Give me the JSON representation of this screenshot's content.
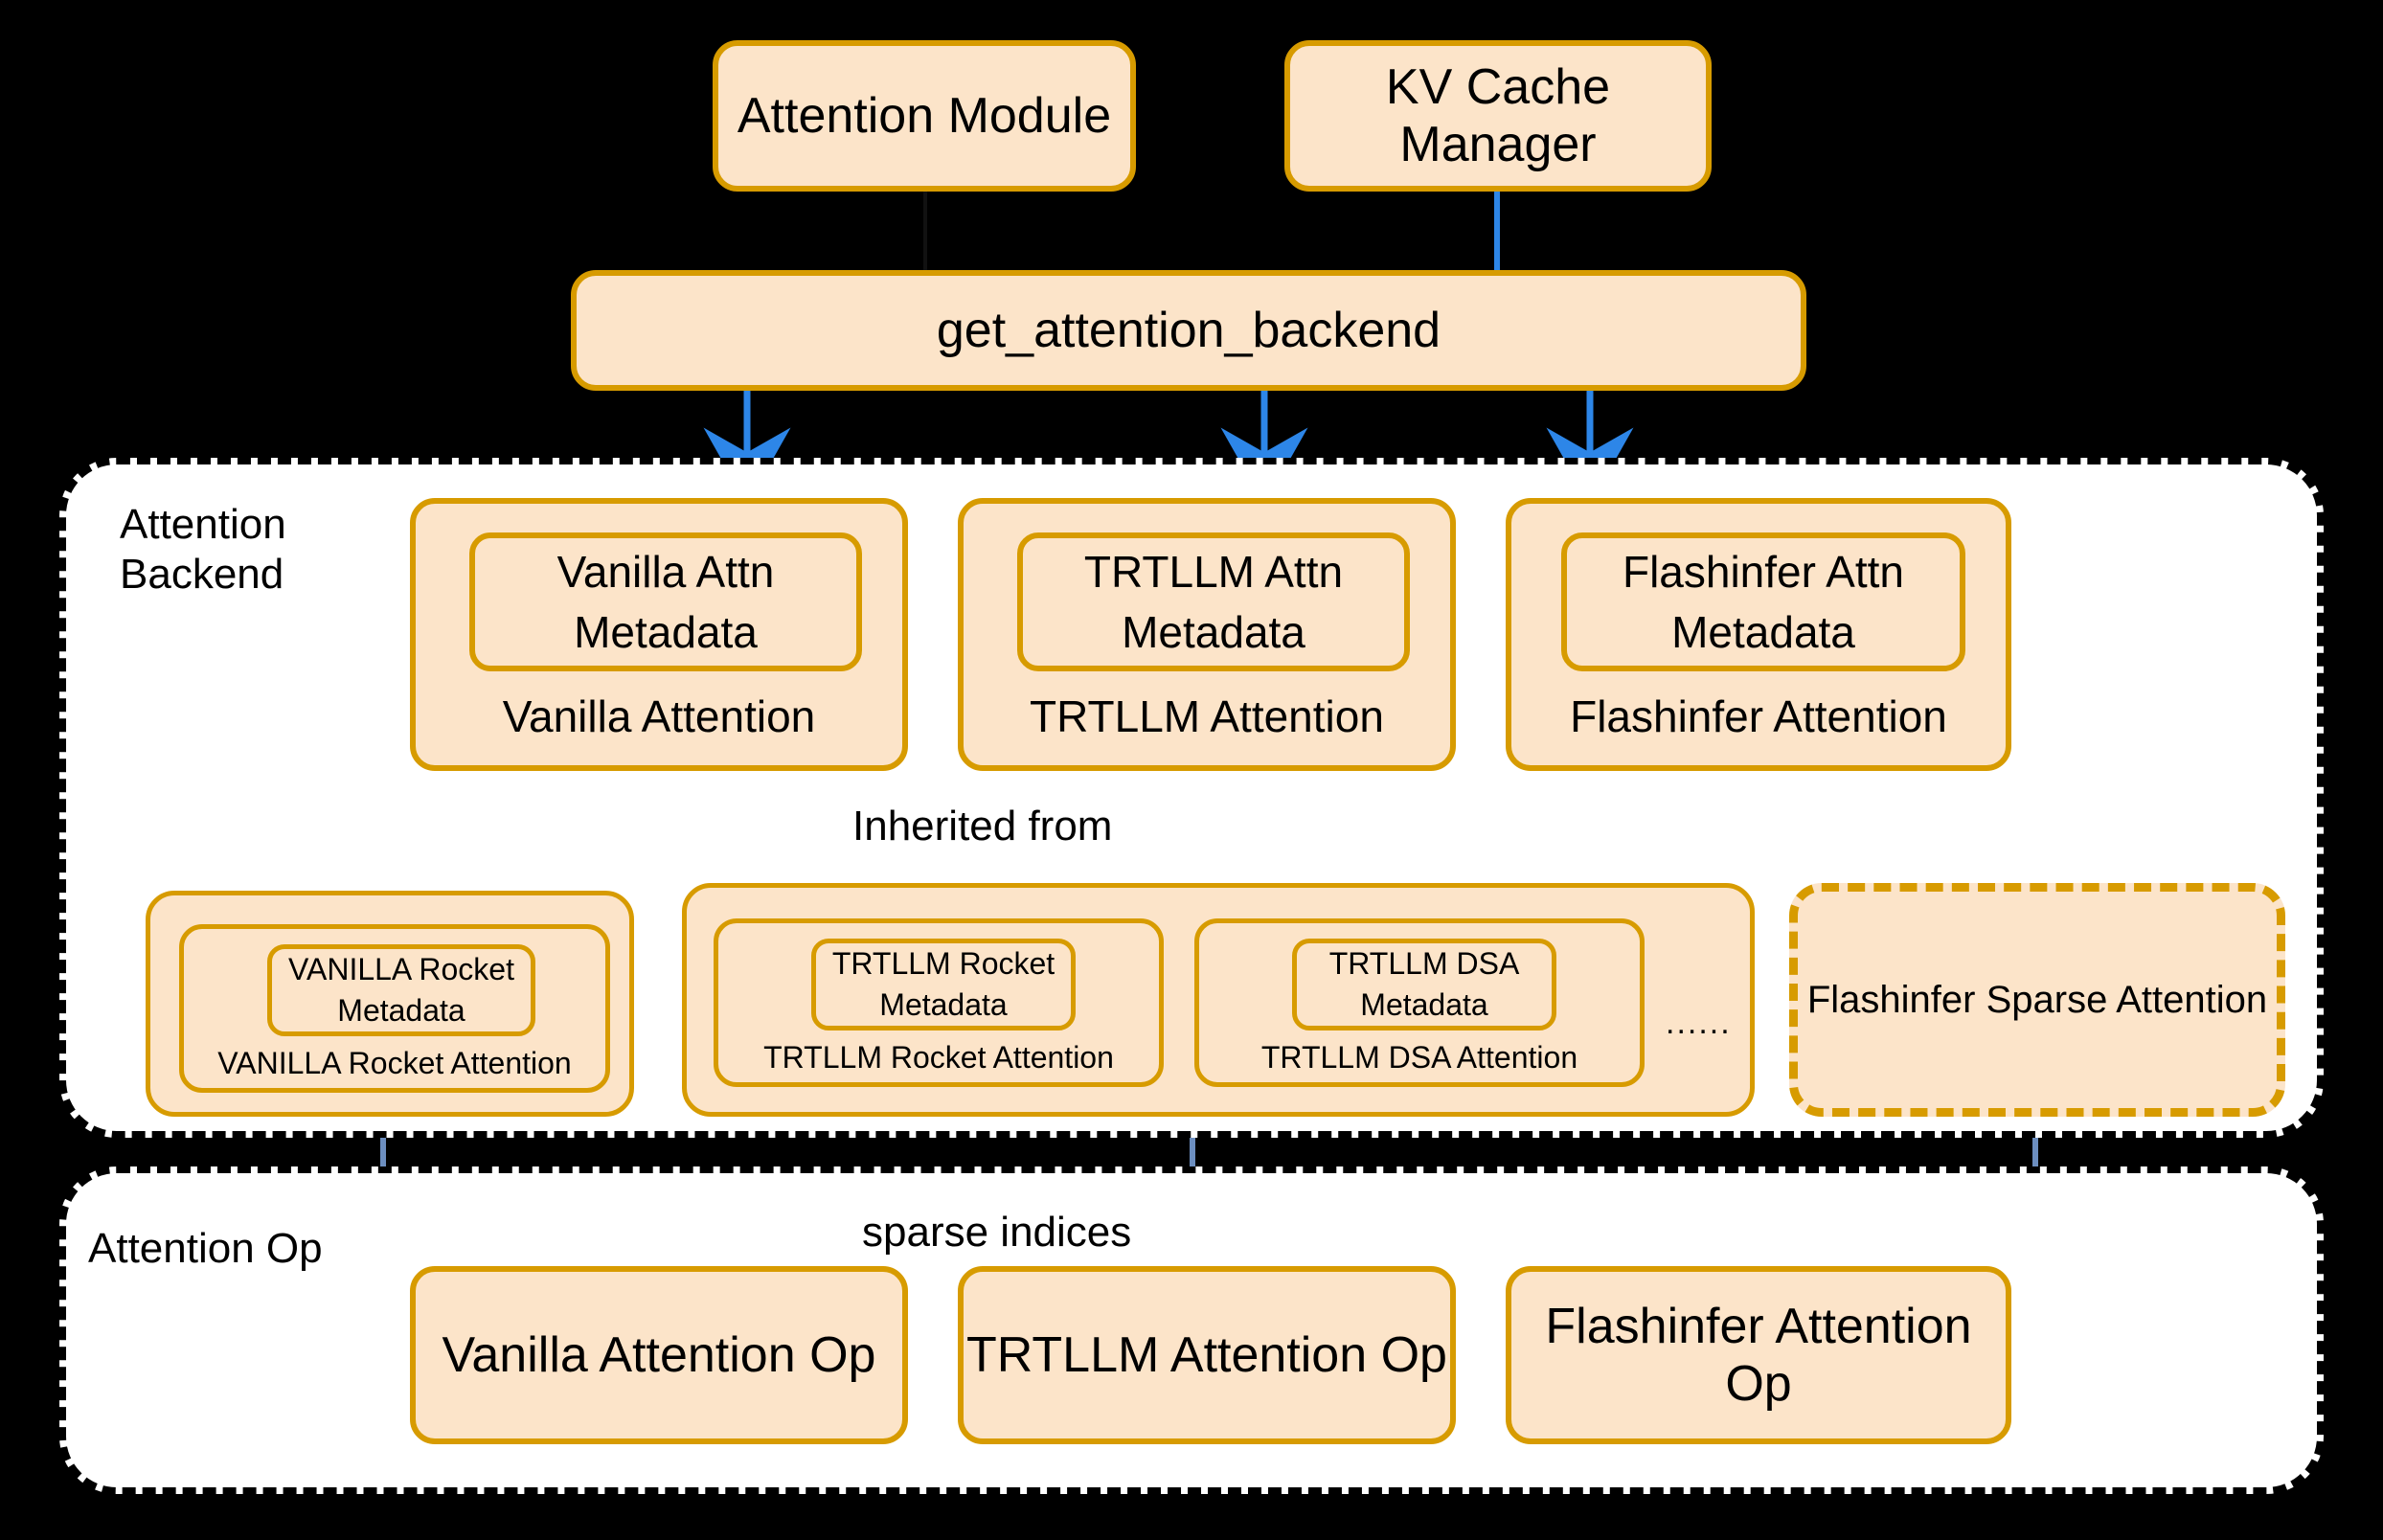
{
  "colors": {
    "background": "#000000",
    "panel": "#ffffff",
    "panel_border": "#000000",
    "box_fill": "#fce4c9",
    "box_border": "#d79b00",
    "arrow_blue_bright": "#2d86e8",
    "arrow_blue_muted": "#6c8ebf",
    "arrow_red": "#fa6e64"
  },
  "top": {
    "attention_module": "Attention Module",
    "kv_cache_manager": "KV Cache Manager",
    "dispatcher": "get_attention_backend"
  },
  "backend_section": {
    "label": "Attention\nBackend",
    "backends": [
      {
        "metadata": "Vanilla Attn\nMetadata",
        "caption": "Vanilla Attention"
      },
      {
        "metadata": "TRTLLM Attn\nMetadata",
        "caption": "TRTLLM Attention"
      },
      {
        "metadata": "Flashinfer Attn\nMetadata",
        "caption": "Flashinfer Attention"
      }
    ],
    "inherit_label": "Inherited from",
    "sparse_groups": [
      {
        "name": "vanilla-rocket-group",
        "children": [
          {
            "metadata": "VANILLA Rocket\nMetadata",
            "caption": "VANILLA Rocket Attention"
          }
        ],
        "ellipsis": ""
      },
      {
        "name": "trtllm-sparse-group",
        "children": [
          {
            "metadata": "TRTLLM Rocket\nMetadata",
            "caption": "TRTLLM Rocket Attention"
          },
          {
            "metadata": "TRTLLM DSA\nMetadata",
            "caption": "TRTLLM DSA Attention"
          }
        ],
        "ellipsis": "......"
      }
    ],
    "flashinfer_sparse": "Flashinfer Sparse Attention"
  },
  "op_section": {
    "label": "Attention Op",
    "edge_label": "sparse indices",
    "ops": [
      "Vanilla Attention Op",
      "TRTLLM Attention Op",
      "Flashinfer Attention Op"
    ]
  }
}
